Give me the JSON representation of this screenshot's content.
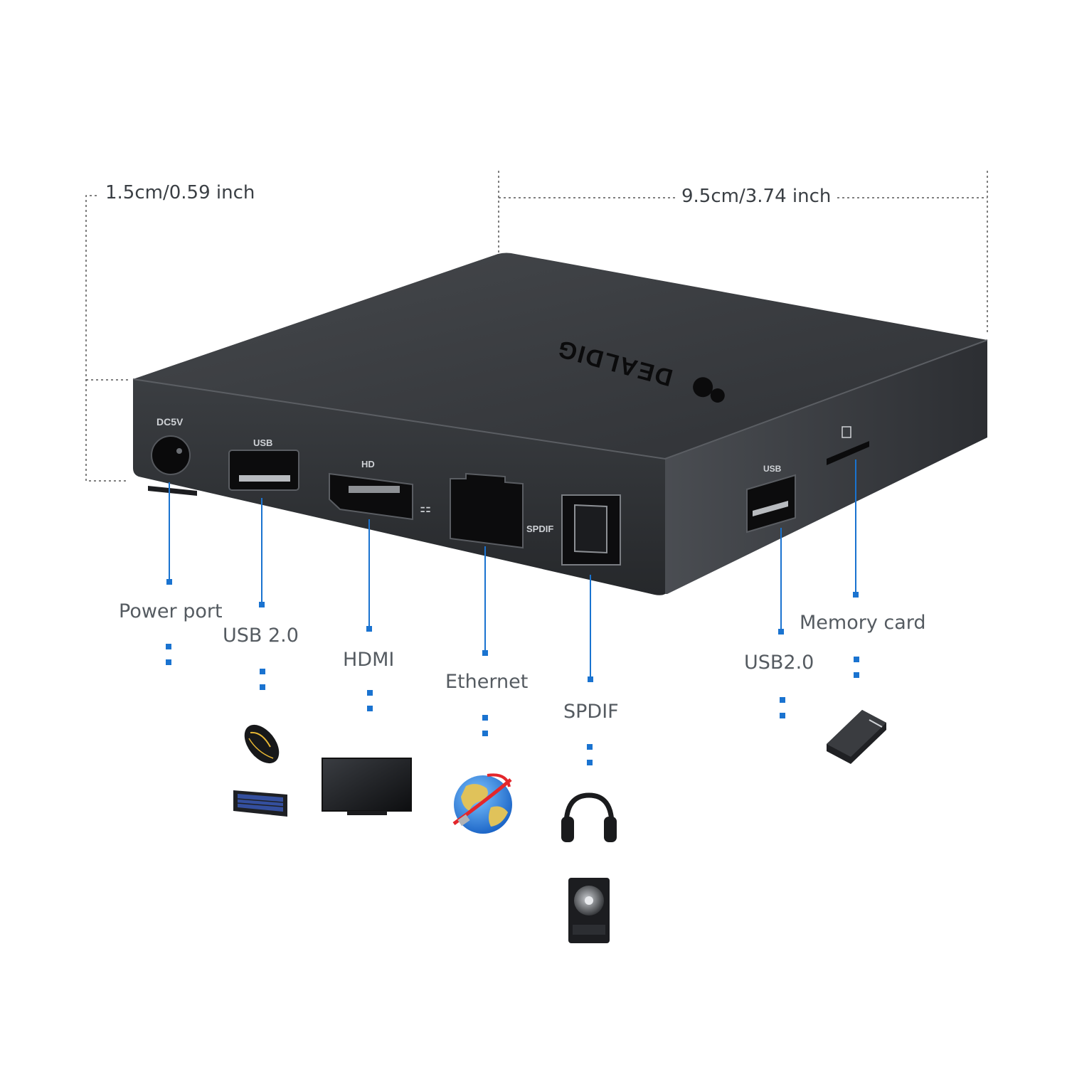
{
  "dimensions": {
    "height": "1.5cm/0.59 inch",
    "width": "9.5cm/3.74 inch"
  },
  "brand": "DEALDIG",
  "port_markings": {
    "dc": "DC5V",
    "usb_front": "USB",
    "hdmi": "HD",
    "spdif": "SPDIF",
    "usb_side": "USB"
  },
  "ports": [
    {
      "id": "power",
      "label": "Power port"
    },
    {
      "id": "usb-front",
      "label": "USB 2.0"
    },
    {
      "id": "hdmi",
      "label": "HDMI"
    },
    {
      "id": "ethernet",
      "label": "Ethernet"
    },
    {
      "id": "spdif",
      "label": "SPDIF"
    },
    {
      "id": "usb-side",
      "label": "USB2.0"
    },
    {
      "id": "memory",
      "label": "Memory card"
    }
  ],
  "devices": {
    "usb-front": [
      "mouse-icon",
      "keyboard-icon"
    ],
    "hdmi": [
      "tv-icon"
    ],
    "ethernet": [
      "globe-network-icon"
    ],
    "spdif": [
      "headphones-icon",
      "speaker-icon"
    ],
    "memory": [
      "sd-card-icon"
    ]
  },
  "colors": {
    "accent": "#1a73d0",
    "box_top": "#3a3d41",
    "box_front": "#2a2c30",
    "text": "#555b61"
  }
}
